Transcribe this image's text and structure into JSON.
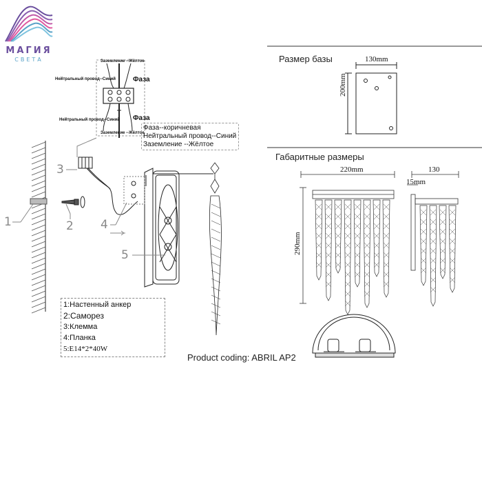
{
  "brand": {
    "name": "МАГИЯ",
    "sub": "СВЕТА",
    "colors": {
      "primary": "#6b4f9e",
      "accent": "#5aa3c8",
      "pink": "#e05aa0"
    }
  },
  "base_size": {
    "title": "Размер базы",
    "width_label": "130mm",
    "height_label": "200mm"
  },
  "overall": {
    "title": "Габаритные размеры",
    "width_label": "220mm",
    "depth_label": "130",
    "offset_label": "15mm",
    "height_label": "290mm"
  },
  "wiring": {
    "top_ground": "Заземление --Жёлтое",
    "top_neutral": "Нейтральный провод--Синий",
    "top_phase": "Фаза",
    "bottom_neutral": "Нейтральный провод--Синий",
    "bottom_phase": "Фаза",
    "bottom_ground": "Заземление --Жёлтое",
    "legend": [
      "Фаза--коричневая",
      "Нейтральный провод--Синий",
      "Заземление --Жёлтое"
    ]
  },
  "callouts": [
    "1",
    "2",
    "3",
    "4",
    "5"
  ],
  "parts": [
    "1:Настенный анкер",
    "2:Саморез",
    "3:Клемма",
    "4:Планка",
    "5:E14*2*40W"
  ],
  "product_coding": "Product coding: ABRIL AP2"
}
